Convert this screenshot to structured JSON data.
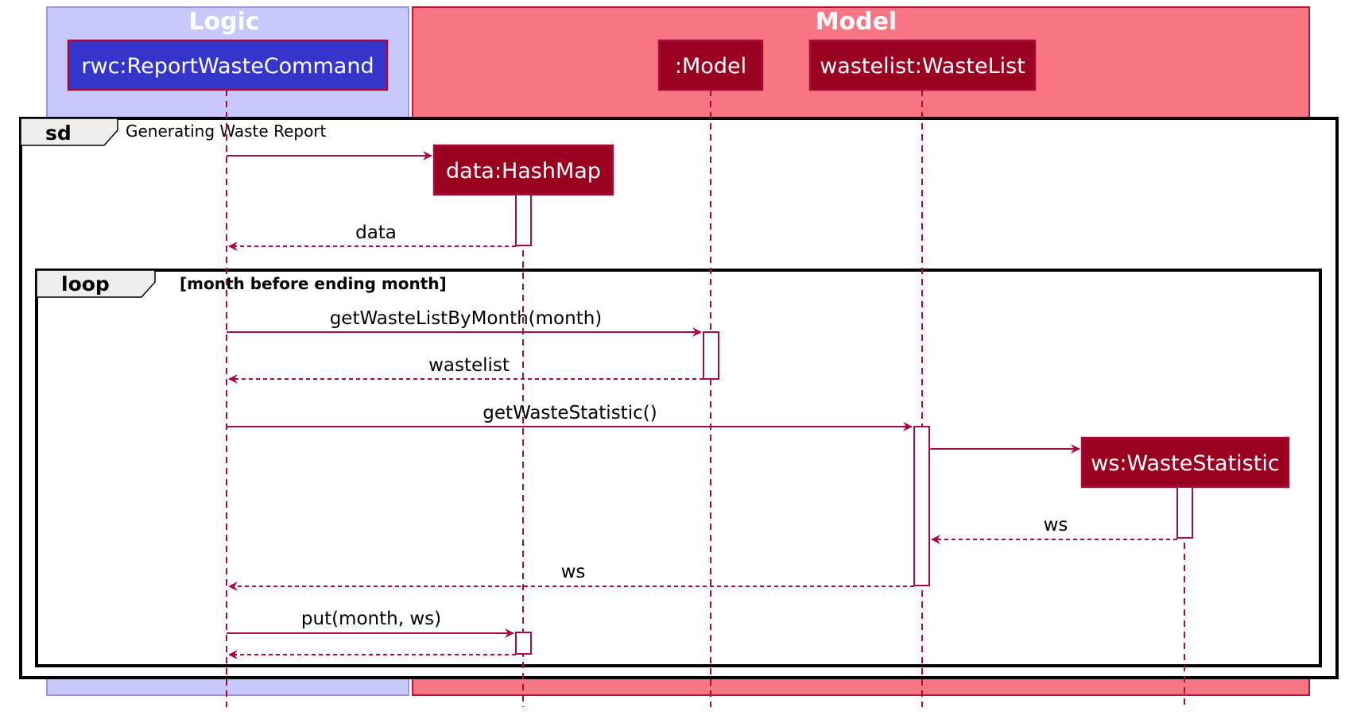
{
  "colors": {
    "logic_bg": "#c8c8fa",
    "logic_border": "#9a96e6",
    "model_bg": "#f87584",
    "model_border": "#b5113a",
    "logic_participant": "#3535cc",
    "model_participant": "#9a0020",
    "line": "#a80a3c"
  },
  "boxes": {
    "logic": {
      "title": "Logic"
    },
    "model": {
      "title": "Model"
    }
  },
  "participants": {
    "rwc": "rwc:ReportWasteCommand",
    "model": ":Model",
    "wastelist": "wastelist:WasteList",
    "data": "data:HashMap",
    "ws": "ws:WasteStatistic"
  },
  "frames": {
    "sd": {
      "keyword": "sd",
      "title": "Generating Waste Report"
    },
    "loop": {
      "keyword": "loop",
      "guard": "[month before ending month]"
    }
  },
  "messages": {
    "m1": "",
    "m2": "data",
    "m3": "getWasteListByMonth(month)",
    "m4": "wastelist",
    "m5": "getWasteStatistic()",
    "m6": "",
    "m7": "ws",
    "m8": "ws",
    "m9": "put(month, ws)",
    "m10": ""
  }
}
